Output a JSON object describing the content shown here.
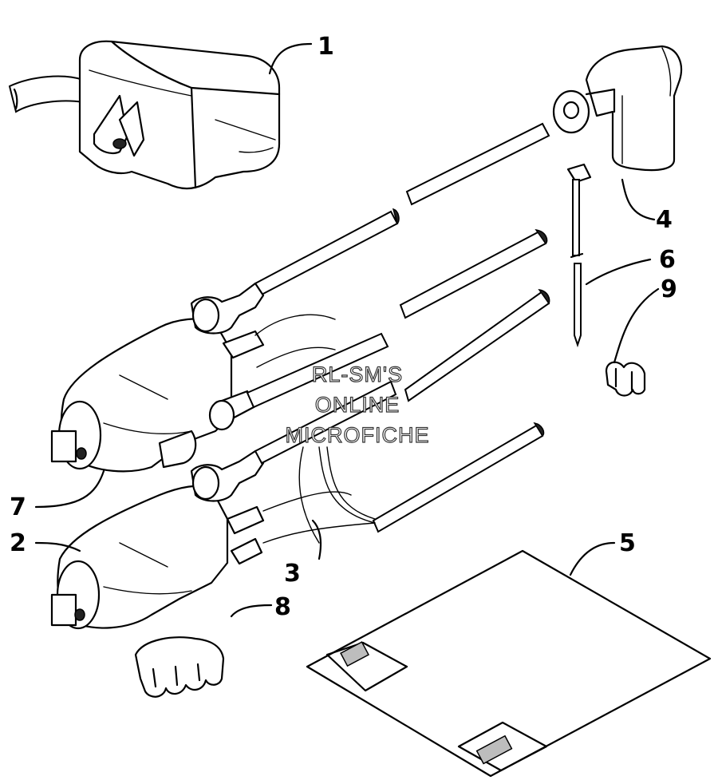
{
  "diagram": {
    "callouts": [
      "1",
      "2",
      "3",
      "4",
      "5",
      "6",
      "7",
      "8",
      "9"
    ],
    "watermark": [
      "RL-SM'S",
      "ONLINE",
      "MICROFICHE"
    ]
  }
}
